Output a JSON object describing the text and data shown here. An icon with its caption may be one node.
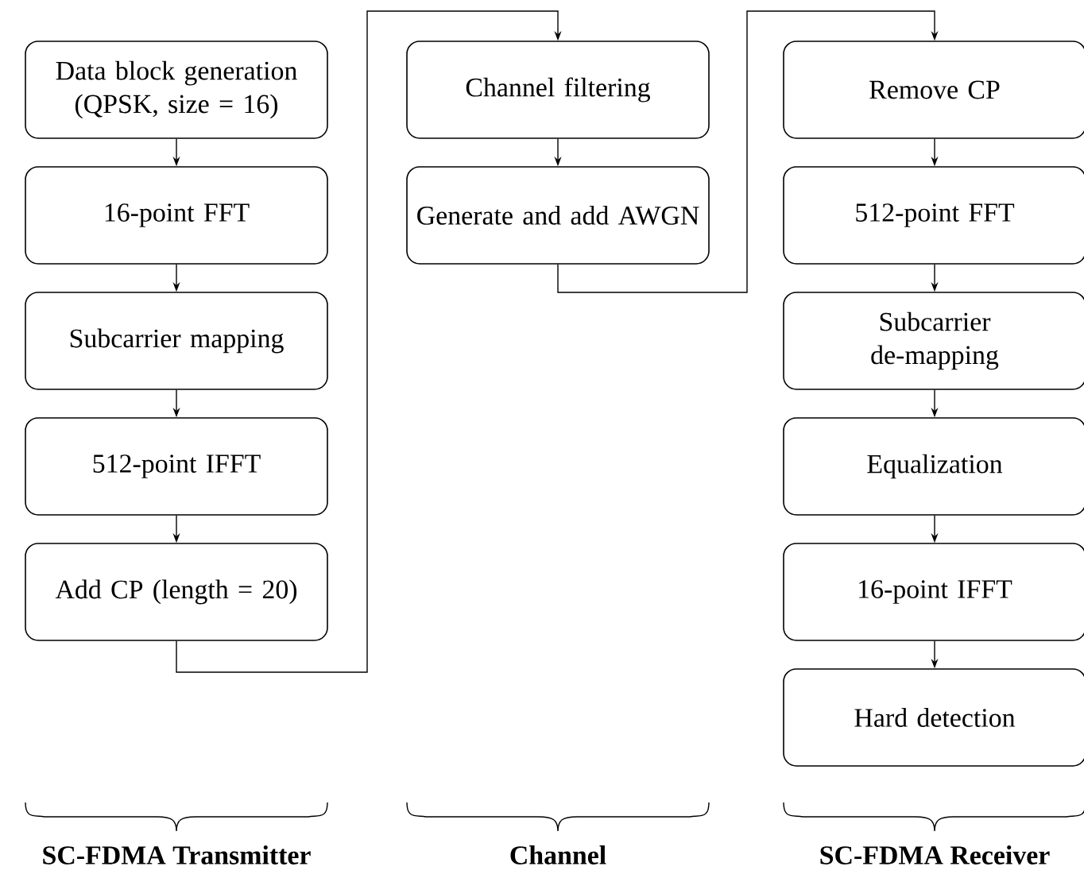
{
  "diagram": {
    "nodes": [
      {
        "text": [
          "Data block generation (QPSK, size = 16)"
        ]
      },
      {
        "text": [
          "16-point FFT"
        ]
      },
      {
        "text": [
          "Subcarrier mapping"
        ]
      },
      {
        "text": [
          "512-point IFFT"
        ]
      },
      {
        "text": [
          "Add CP (length = 20)"
        ]
      },
      {
        "text": [
          "Channel filtering"
        ]
      },
      {
        "text": [
          "Generate and add AWGN"
        ]
      },
      {
        "text": [
          "Remove CP"
        ]
      },
      {
        "text": [
          "512-point FFT"
        ]
      },
      {
        "text": [
          "Subcarrier de-mapping"
        ]
      },
      {
        "text": [
          "Equalization"
        ]
      },
      {
        "text": [
          "16-point IFFT"
        ]
      },
      {
        "text": [
          "Hard detection"
        ]
      }
    ],
    "edges": [
      {
        "from": 0,
        "to": 1,
        "arrow": "to"
      },
      {
        "from": 1,
        "to": 2,
        "arrow": "to"
      },
      {
        "from": 2,
        "to": 3,
        "arrow": "to"
      },
      {
        "from": 3,
        "to": 4,
        "arrow": "to"
      },
      {
        "from": 4,
        "to": 5,
        "arrow": "to"
      },
      {
        "from": 5,
        "to": 6,
        "arrow": "to"
      },
      {
        "from": 6,
        "to": 7,
        "arrow": "to"
      },
      {
        "from": 7,
        "to": 8,
        "arrow": "to"
      },
      {
        "from": 8,
        "to": 9,
        "arrow": "to"
      },
      {
        "from": 9,
        "to": 10,
        "arrow": "to"
      },
      {
        "from": 10,
        "to": 11,
        "arrow": "to"
      },
      {
        "from": 11,
        "to": 12,
        "arrow": "to"
      }
    ],
    "labels": [
      "SC-FDMA Transmitter",
      "Channel",
      "SC-FDMA Receiver"
    ]
  }
}
